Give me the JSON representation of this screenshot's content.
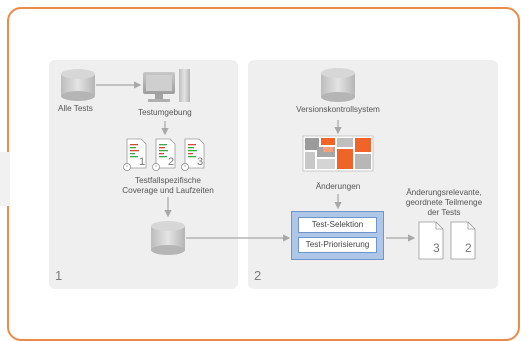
{
  "panels": [
    {
      "number": "1"
    },
    {
      "number": "2"
    }
  ],
  "labels": {
    "all_tests": "Alle Tests",
    "test_env": "Testumgebung",
    "coverage_line1": "Testfallspezifische",
    "coverage_line2": "Coverage und Laufzeiten",
    "vcs": "Versionskontrollsystem",
    "changes": "Änderungen",
    "result_line1": "Änderungsrelevante,",
    "result_line2": "geordnete Teilmenge",
    "result_line3": "der Tests"
  },
  "selection": {
    "selection_label": "Test-Selektion",
    "prioritization_label": "Test-Priorisierung"
  },
  "coverage_files": [
    "1",
    "2",
    "3"
  ],
  "result_files": [
    "3",
    "2"
  ],
  "colors": {
    "frame": "#ec8a48",
    "panel": "#efefef",
    "selection_box": "#aec6e8",
    "changes_accent": "#f0642a"
  }
}
